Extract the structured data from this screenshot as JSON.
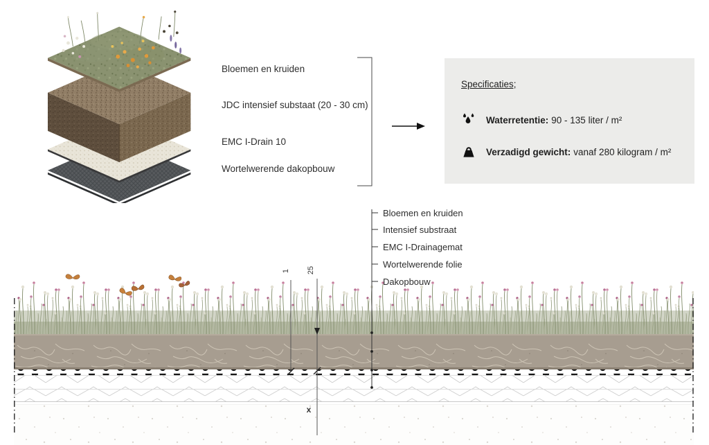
{
  "exploded": {
    "labels": [
      "Bloemen en kruiden",
      "JDC intensief substaat (20 - 30 cm)",
      "EMC I-Drain 10",
      "Wortelwerende dakopbouw"
    ]
  },
  "specs": {
    "heading": "Specificaties;",
    "items": [
      {
        "icon": "water-drops-icon",
        "label": "Waterretentie:",
        "value": "90 - 135 liter / m²"
      },
      {
        "icon": "weight-icon",
        "label": "Verzadigd gewicht:",
        "value": "vanaf 280 kilogram / m²"
      }
    ]
  },
  "section": {
    "labels": [
      "Bloemen en kruiden",
      "Intensief substraat",
      "EMC I-Drainagemat",
      "Wortelwerende folie",
      "Dakopbouw"
    ],
    "dimensions": {
      "drain_cm": "1",
      "substrate_cm": "25",
      "deck": "x"
    }
  },
  "colors": {
    "specs_panel_bg": "#ececea",
    "substrate_fill": "#a79d90",
    "zigzag_stroke": "#c9c9c9",
    "accent_text": "#1f1f1f"
  }
}
